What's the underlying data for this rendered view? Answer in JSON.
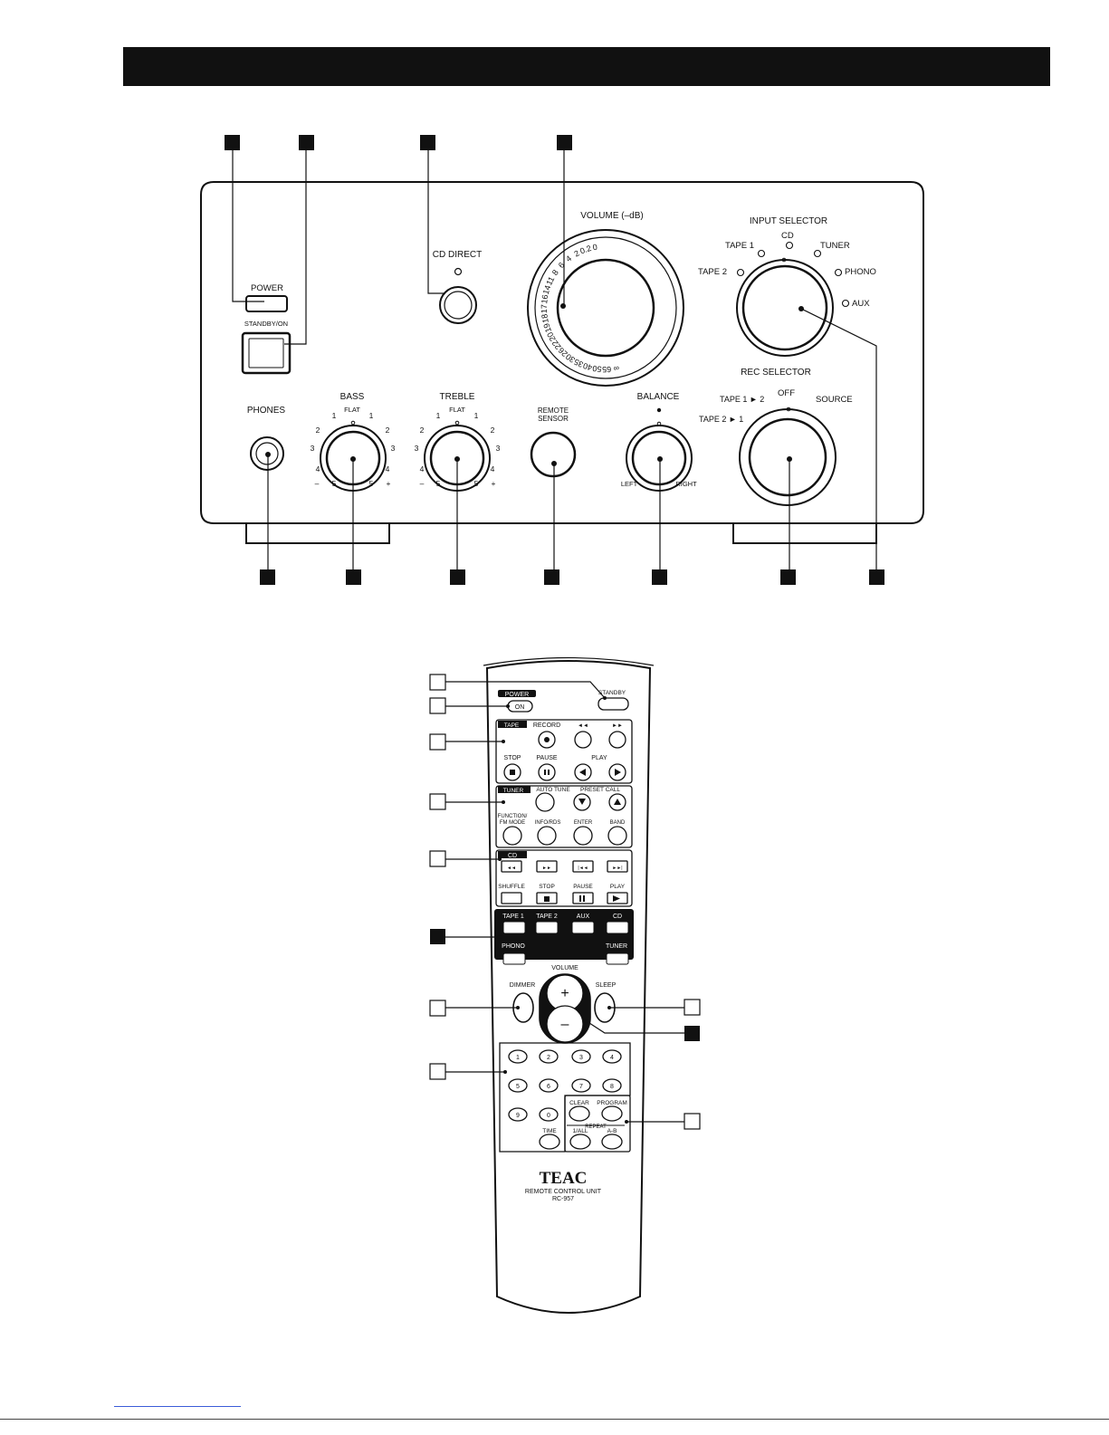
{
  "amp": {
    "labels": {
      "power": "POWER",
      "standby_on": "STANDBY/ON",
      "cd_direct": "CD DIRECT",
      "volume": "VOLUME (–dB)",
      "input_selector": "INPUT SELECTOR",
      "rec_selector": "REC SELECTOR",
      "phones": "PHONES",
      "bass": "BASS",
      "treble": "TREBLE",
      "remote_sensor_1": "REMOTE",
      "remote_sensor_2": "SENSOR",
      "balance": "BALANCE",
      "left": "LEFT",
      "right": "RIGHT"
    },
    "input_positions": [
      "TAPE 2",
      "TAPE 1",
      "CD",
      "TUNER",
      "PHONO",
      "AUX"
    ],
    "rec_positions": [
      "TAPE 2 ► 1",
      "TAPE 1 ► 2",
      "OFF",
      "SOURCE"
    ],
    "tone_scale": [
      "FLAT",
      "1",
      "1",
      "2",
      "2",
      "3",
      "3",
      "4",
      "4",
      "5",
      "5",
      "–",
      "+"
    ],
    "volume_scale": [
      "∞",
      "65",
      "50",
      "40",
      "35",
      "30",
      "26",
      "22",
      "20",
      "19",
      "18",
      "17",
      "16",
      "14",
      "11",
      "8",
      "6",
      "4",
      "2",
      "0.2",
      "0"
    ]
  },
  "remote": {
    "power": {
      "title": "POWER",
      "on": "ON",
      "standby": "STANDBY"
    },
    "tape": {
      "title": "TAPE",
      "record": "RECORD",
      "rew": "◄◄",
      "ff": "►►",
      "stop": "STOP",
      "pause": "PAUSE",
      "play": "PLAY"
    },
    "tuner": {
      "title": "TUNER",
      "auto_tune": "AUTO TUNE",
      "preset_call": "PRESET CALL",
      "function_1": "FUNCTION/",
      "function_2": "FM MODE",
      "info_rds": "INFO/RDS",
      "enter": "ENTER",
      "band": "BAND"
    },
    "cd": {
      "title": "CD",
      "shuffle": "SHUFFLE",
      "stop": "STOP",
      "pause": "PAUSE",
      "play": "PLAY"
    },
    "sources": [
      "TAPE 1",
      "TAPE 2",
      "AUX",
      "CD"
    ],
    "phono": "PHONO",
    "tuner_src": "TUNER",
    "volume": "VOLUME",
    "vol_plus": "+",
    "vol_minus": "–",
    "dimmer": "DIMMER",
    "sleep": "SLEEP",
    "digits": [
      "1",
      "2",
      "3",
      "4",
      "5",
      "6",
      "7",
      "8",
      "9",
      "0"
    ],
    "clear": "CLEAR",
    "program": "PROGRAM",
    "repeat": "REPEAT",
    "time": "TIME",
    "one_all": "1/ALL",
    "ab": "A-B",
    "brand": "TEAC",
    "model_1": "REMOTE CONTROL UNIT",
    "model_2": "RC-957"
  }
}
